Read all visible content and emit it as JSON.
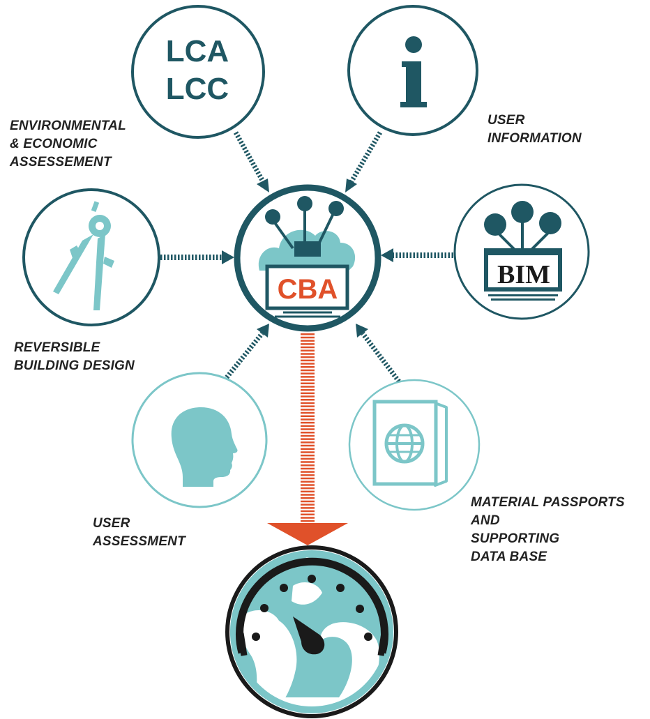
{
  "nodes": {
    "lca": {
      "line1": "LCA",
      "line2": "LCC"
    },
    "bim": {
      "text": "BIM"
    },
    "hub": {
      "text": "CBA"
    }
  },
  "labels": {
    "environmental": [
      "ENVIRONMENTAL",
      "& ECONOMIC",
      "ASSESSEMENT"
    ],
    "user_information": [
      "USER",
      "INFORMATION"
    ],
    "reversible": [
      "REVERSIBLE",
      "BUILDING DESIGN"
    ],
    "user_assessment": [
      "USER",
      "ASSESSMENT"
    ],
    "material": [
      "MATERIAL PASSPORTS",
      "AND",
      "SUPPORTING",
      "DATA BASE"
    ]
  },
  "colors": {
    "dark_teal": "#1f5763",
    "light_teal": "#7cc6c8",
    "orange": "#e0512a",
    "black": "#1a1a1a"
  },
  "icons": [
    "info-icon",
    "compass-icon",
    "head-icon",
    "passport-globe-icon",
    "cloud-monitor-icon",
    "globe-gauge-icon"
  ]
}
